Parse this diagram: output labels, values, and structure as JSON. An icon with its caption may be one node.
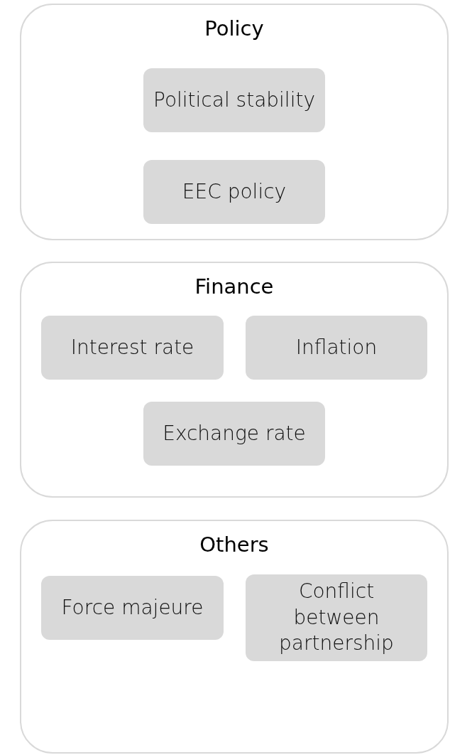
{
  "diagram": {
    "nodes": [
      {
        "text": [
          "Policy"
        ]
      },
      {
        "text": [
          "Political stability"
        ],
        "in": 0
      },
      {
        "text": [
          "EEC policy"
        ],
        "in": 0
      },
      {
        "text": [
          "Finance"
        ]
      },
      {
        "text": [
          "Interest rate"
        ],
        "in": 3
      },
      {
        "text": [
          "Inflation"
        ],
        "in": 3
      },
      {
        "text": [
          "Exchange rate"
        ],
        "in": 3
      },
      {
        "text": [
          "Others"
        ]
      },
      {
        "text": [
          "Force majeure"
        ],
        "in": 7
      },
      {
        "text": [
          "Conflict between partnership"
        ],
        "in": 7
      }
    ]
  }
}
